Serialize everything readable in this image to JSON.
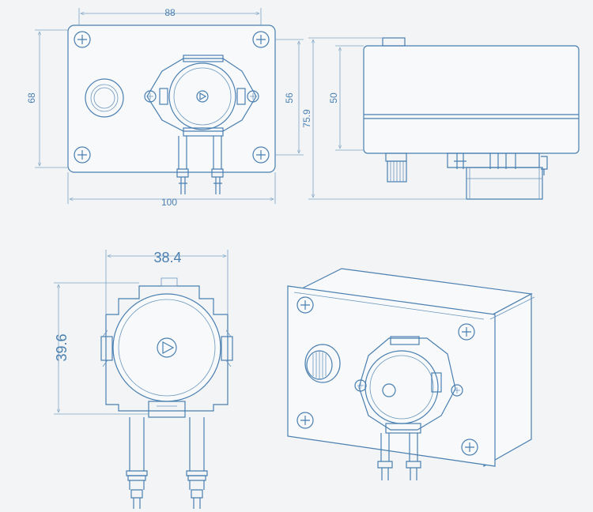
{
  "colors": {
    "line": "#4a7fb0",
    "background": "#f2f4f6"
  },
  "front_view": {
    "width_top": "88",
    "width_bottom": "100",
    "height_left": "68",
    "height_right": "56"
  },
  "side_view": {
    "height_inner": "50",
    "height_total": "75.9"
  },
  "pump_head_view": {
    "width": "38.4",
    "height": "39.6"
  },
  "iso_view": {}
}
